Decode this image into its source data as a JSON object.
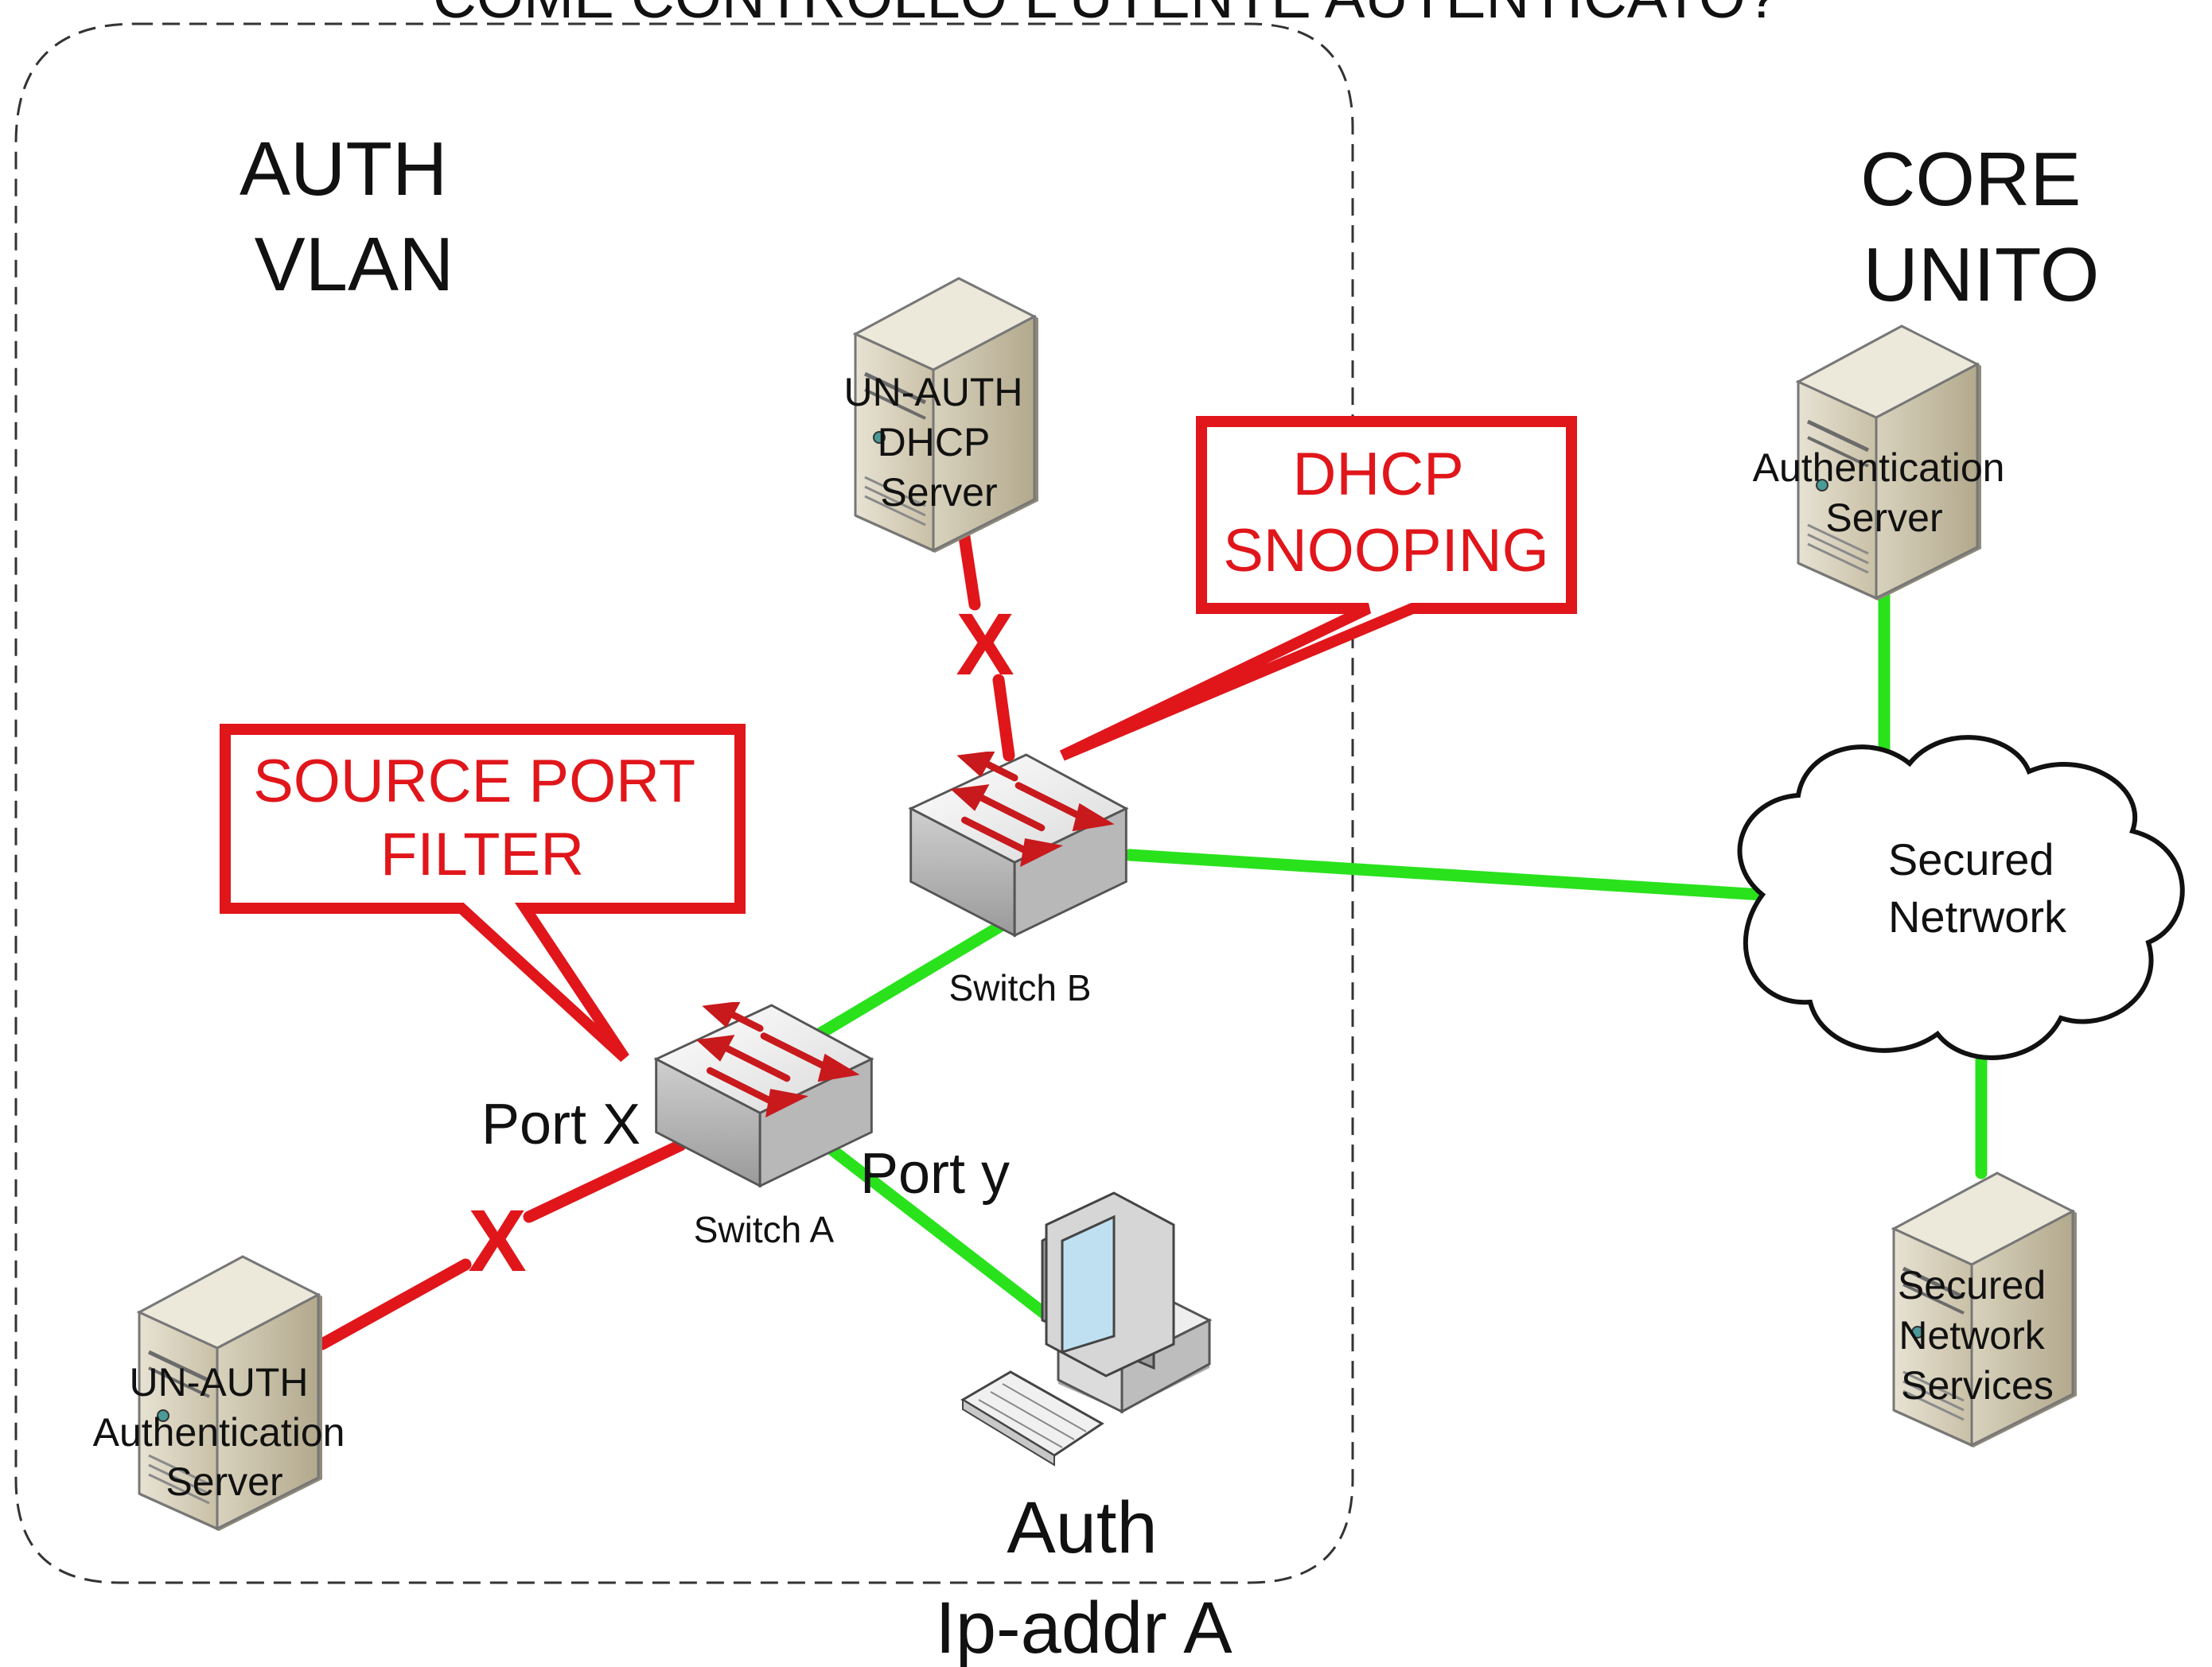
{
  "title": "COME CONTROLLO L'UTENTE AUTENTICATO?",
  "zones": {
    "auth_vlan": [
      "AUTH",
      "VLAN"
    ],
    "core_unito": [
      "CORE",
      "UNITO"
    ]
  },
  "callouts": {
    "dhcp_snooping": [
      "DHCP",
      "SNOOPING"
    ],
    "source_port_filter": [
      "SOURCE PORT",
      "FILTER"
    ]
  },
  "devices": {
    "unauth_dhcp_server": [
      "UN-AUTH",
      "DHCP",
      "Server"
    ],
    "auth_server": [
      "Authentication",
      "Server"
    ],
    "secured_network_services": [
      "Secured",
      "Network",
      "Services"
    ],
    "unauth_auth_server": [
      "UN-AUTH",
      "Authentication",
      "Server"
    ],
    "switch_a": "Switch A",
    "switch_b": "Switch B",
    "cloud": [
      "Secured",
      "Netrwork"
    ],
    "client": [
      "Auth",
      "Ip-addr A"
    ]
  },
  "ports": {
    "port_x": "Port X",
    "port_y": "Port y"
  },
  "blocked_marker": "X",
  "colors": {
    "allowed_link": "#29e21c",
    "blocked_link": "#e0161b",
    "callout": "#e0161b"
  }
}
